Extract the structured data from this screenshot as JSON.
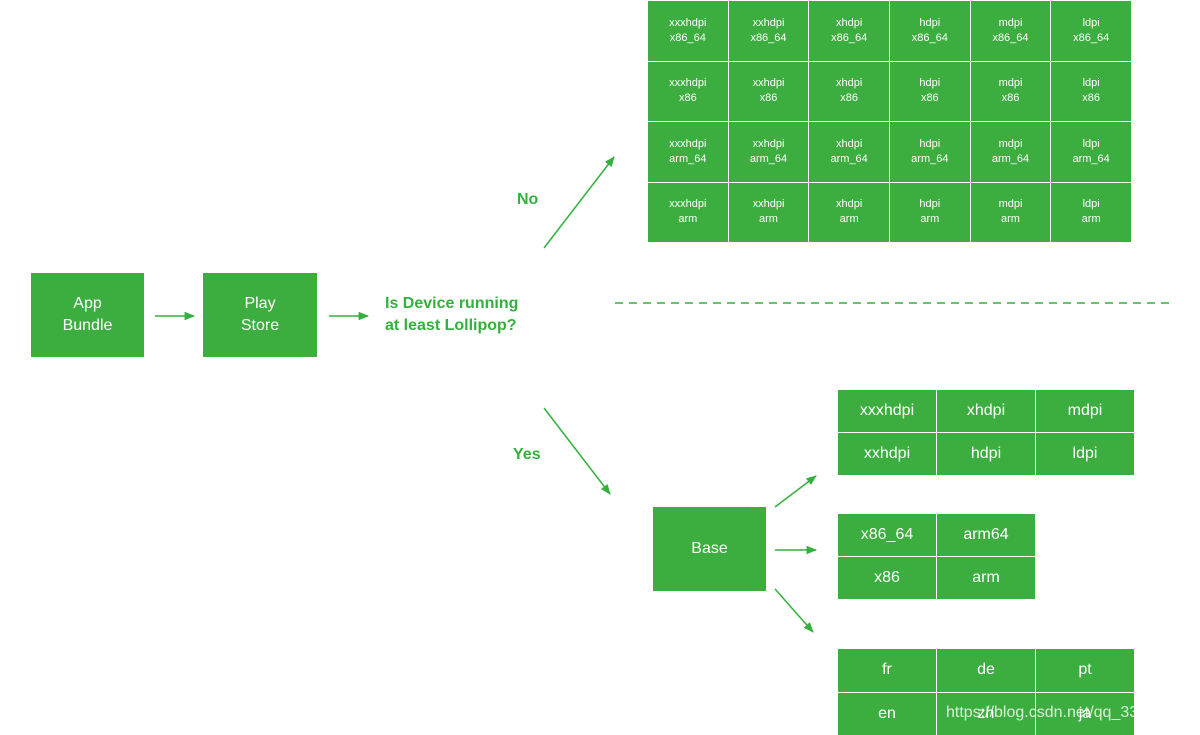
{
  "colors": {
    "box": "#3cae3f",
    "label": "#33b13c",
    "arrow": "#33b13c"
  },
  "nodes": {
    "app_bundle": [
      "App",
      "Bundle"
    ],
    "play_store": [
      "Play",
      "Store"
    ],
    "question": [
      "Is Device running",
      "at least Lollipop?"
    ],
    "base": "Base"
  },
  "branch_labels": {
    "no": "No",
    "yes": "Yes"
  },
  "no_grid": [
    [
      [
        "xxxhdpi",
        "x86_64"
      ],
      [
        "xxhdpi",
        "x86_64"
      ],
      [
        "xhdpi",
        "x86_64"
      ],
      [
        "hdpi",
        "x86_64"
      ],
      [
        "mdpi",
        "x86_64"
      ],
      [
        "ldpi",
        "x86_64"
      ]
    ],
    [
      [
        "xxxhdpi",
        "x86"
      ],
      [
        "xxhdpi",
        "x86"
      ],
      [
        "xhdpi",
        "x86"
      ],
      [
        "hdpi",
        "x86"
      ],
      [
        "mdpi",
        "x86"
      ],
      [
        "ldpi",
        "x86"
      ]
    ],
    [
      [
        "xxxhdpi",
        "arm_64"
      ],
      [
        "xxhdpi",
        "arm_64"
      ],
      [
        "xhdpi",
        "arm_64"
      ],
      [
        "hdpi",
        "arm_64"
      ],
      [
        "mdpi",
        "arm_64"
      ],
      [
        "ldpi",
        "arm_64"
      ]
    ],
    [
      [
        "xxxhdpi",
        "arm"
      ],
      [
        "xxhdpi",
        "arm"
      ],
      [
        "xhdpi",
        "arm"
      ],
      [
        "hdpi",
        "arm"
      ],
      [
        "mdpi",
        "arm"
      ],
      [
        "ldpi",
        "arm"
      ]
    ]
  ],
  "density_grid": [
    [
      "xxxhdpi",
      "xhdpi",
      "mdpi"
    ],
    [
      "xxhdpi",
      "hdpi",
      "ldpi"
    ]
  ],
  "abi_grid": [
    [
      "x86_64",
      "arm64"
    ],
    [
      "x86",
      "arm"
    ]
  ],
  "language_grid": [
    [
      "fr",
      "de",
      "pt"
    ],
    [
      "en",
      "zh",
      "ja"
    ]
  ],
  "watermark": "https://blog.csdn.net/qq_33"
}
